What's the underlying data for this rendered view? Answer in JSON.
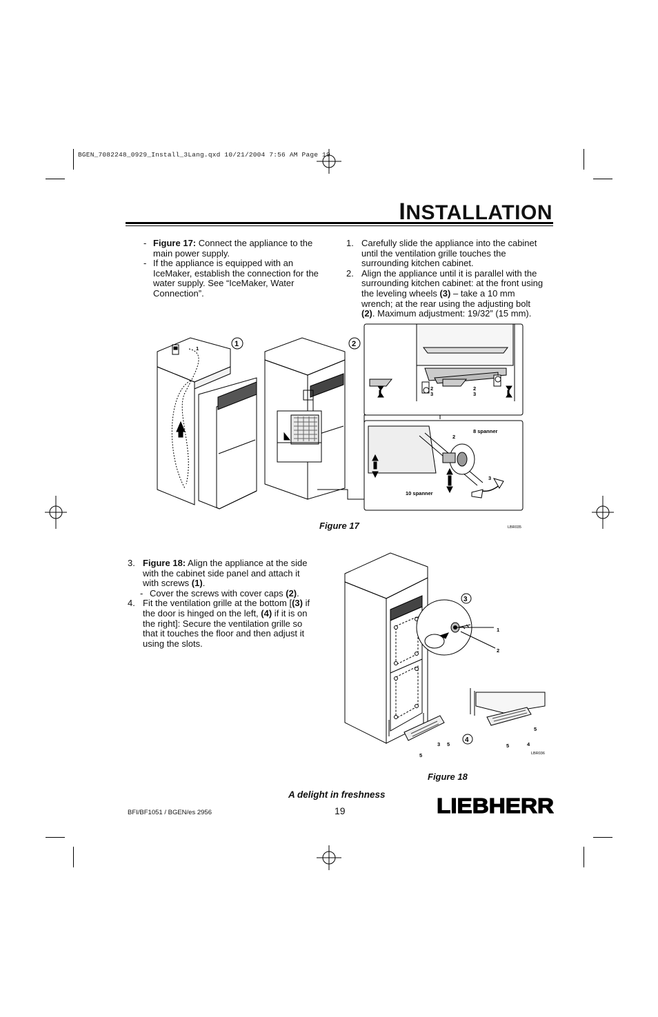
{
  "slug": "BGEN_7082248_0929_Install_3Lang.qxd  10/21/2004  7:56 AM  Page 19",
  "header": {
    "title_first": "I",
    "title_rest": "NSTALLATION"
  },
  "left_column": {
    "items": [
      {
        "marker": "-",
        "bold": "Figure 17:",
        "text": " Connect the appliance to the main power supply."
      },
      {
        "marker": "-",
        "bold": "",
        "text": "If the appliance is equipped with an IceMaker, establish the connection for the water supply. See “IceMaker, Water Connection”."
      }
    ]
  },
  "right_column": {
    "steps": [
      {
        "marker": "1.",
        "text": "Carefully slide the appliance into the cabinet until the ventilation grille touches the surrounding kitchen cabinet."
      },
      {
        "marker": "2.",
        "text_a": "Align the appliance until it is parallel with the surrounding kitchen cabinet: at the front using the leveling wheels ",
        "bold_a": "(3)",
        "text_b": " – take a 10 mm wrench; at the rear using the adjusting bolt ",
        "bold_b": "(2)",
        "text_c": ". Maximum adjustment: 19/32” (15 mm)."
      }
    ]
  },
  "figure17": {
    "caption": "Figure 17",
    "callout_1": "1",
    "callout_2": "2",
    "label_1": "1",
    "label_2a": "2",
    "label_3a": "3",
    "label_2b": "2",
    "label_3b": "3",
    "label_2c": "2",
    "label_3c": "3",
    "label_8": "8 spanner",
    "label_10": "10 spanner",
    "code": "LBR035"
  },
  "lower_text": {
    "step3_marker": "3.",
    "step3_bold": "Figure 18:",
    "step3_text": " Align the appliance at the side with the cabinet side panel and attach it with screws ",
    "step3_bold2": "(1)",
    "step3_end": ".",
    "sub_marker": "-",
    "sub_text": "Cover the screws with cover caps ",
    "sub_bold": "(2)",
    "sub_end": ".",
    "step4_marker": "4.",
    "step4_a": "Fit the ventilation grille at the bottom [",
    "step4_b1": "(3)",
    "step4_b": " if the door is hinged on the left, ",
    "step4_b2": "(4)",
    "step4_c": " if it is on the right]: Secure the ventilation grille so that it touches the floor and then adjust it using the slots."
  },
  "figure18": {
    "caption": "Figure 18",
    "callout_3": "3",
    "callout_4": "4",
    "label_1": "1",
    "label_2": "2",
    "label_3": "3",
    "label_5a": "5",
    "label_5b": "5",
    "label_5c": "5",
    "label_5d": "5",
    "label_4": "4",
    "code": "LBR036"
  },
  "footer": {
    "tagline": "A delight in freshness",
    "model": "BFI/BF1051 / BGEN/es 2956",
    "page_number": "19",
    "brand": "LIEBHERR"
  }
}
